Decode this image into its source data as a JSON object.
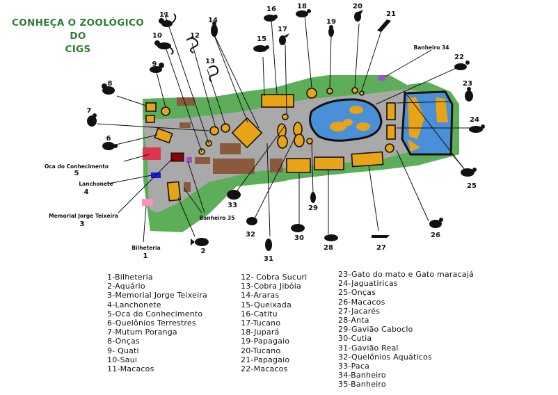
{
  "title": [
    "CONHEÇA O ZOOLÓGICO",
    "DO",
    "CIGS"
  ],
  "colors": {
    "grass": "#5cae58",
    "path": "#a9a9a9",
    "enclosure": "#e8a317",
    "building": "#8b5a3c",
    "water": "#4a90d9",
    "outline": "#111111",
    "title": "#2e7d32"
  },
  "map": {
    "numbers": [
      "1",
      "2",
      "3",
      "4",
      "5",
      "6",
      "7",
      "8",
      "9",
      "10",
      "11",
      "12",
      "13",
      "14",
      "15",
      "16",
      "17",
      "18",
      "19",
      "20",
      "21",
      "22",
      "23",
      "24",
      "25",
      "26",
      "27",
      "28",
      "29",
      "30",
      "31",
      "32",
      "33",
      "34",
      "35"
    ],
    "labels": {
      "bilheteria": "Bilheteria",
      "memorial": "Memorial Jorge Teixeira",
      "lanchonete": "Lanchonete",
      "oca": "Oca do Conhecimento",
      "banheiro34": "Banheiro 34",
      "banheiro35": "Banheiro 35"
    },
    "icons": [
      "turtle-icon",
      "bird-icon",
      "jaguar-icon",
      "monkey-icon",
      "snake-icon",
      "fish-icon",
      "peccary-icon",
      "rodent-icon",
      "eagle-icon",
      "alligator-icon",
      "tapir-icon",
      "cat-icon"
    ]
  },
  "legend": {
    "col1": [
      "1-Bilheteria",
      "2-Aquário",
      "3-Memorial Jorge Teixeira",
      "4-Lanchonete",
      "5-Oca do Conhecimento",
      "6-Quelônios Terrestres",
      "7-Mutum Poranga",
      "8-Onças",
      "9- Quati",
      "10-Saui",
      "11-Macacos"
    ],
    "col2": [
      "12- Cobra Sucuri",
      "13-Cobra Jibóia",
      "14-Araras",
      "15-Queixada",
      "16-Catitu",
      "17-Tucano",
      "18-Jupará",
      "19-Papagaio",
      "20-Tucano",
      "21-Papagaio",
      "22-Macacos"
    ],
    "col3": [
      "23-Gato do mato e Gato maracajá",
      "24-Jaguatiricas",
      "25-Onças",
      "26-Macacos",
      "27-Jacarés",
      "28-Anta",
      "29-Gavião Caboclo",
      "30-Cutia",
      "31-Gavião Real",
      "32-Quelônios Aquáticos",
      "33-Paca",
      "34-Banheiro",
      "35-Banheiro"
    ]
  }
}
